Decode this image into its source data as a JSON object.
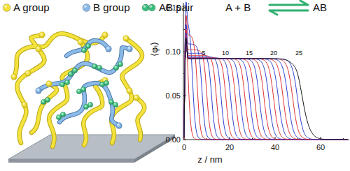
{
  "diagram": {
    "labels": [
      "A + B",
      "AB",
      "0.15",
      "0.10",
      "0.05",
      "0.00",
      "0",
      "20",
      "40",
      "60",
      "⟨φᵢ⟩",
      "z / nm",
      "5",
      "10",
      "15",
      "20",
      "25"
    ],
    "legend": [
      {
        "text": "A group",
        "color": "#f2e03a"
      },
      {
        "text": "B group",
        "color": "#8ab8e6"
      },
      {
        "text": "AB pair",
        "color": "#3dbd7d"
      }
    ]
  }
}
